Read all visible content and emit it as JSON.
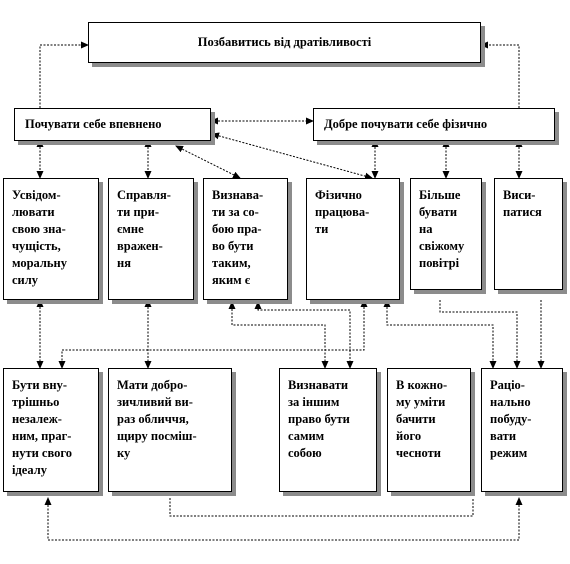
{
  "diagram": {
    "goal": "Позбавитись від дратівливості",
    "level1": {
      "left": "Почувати себе впевнено",
      "right": "Добре почувати себе фізично"
    },
    "level2": [
      "Усвідом-\nлювати\nсвою зна-\nчущість,\nморальну\nсилу",
      "Справля-\nти при-\nємне\nвражен-\nня",
      "Визнава-\nти за со-\nбою пра-\nво бути\nтаким,\nяким є",
      "Фізично\nпрацюва-\nти",
      "Більше\nбувати\nна\nсвіжому\nповітрі",
      "Виси-\nпатися"
    ],
    "level3": [
      "Бути вну-\nтрішньо\nнезалеж-\nним, праг-\nнути свого\nідеалу",
      "Мати добро-\nзичливий ви-\nраз обличчя,\nщиру посміш-\nку",
      "Визнавати\nза іншим\nправо бути\nсамим\nсобою",
      "В кожно-\nму умiти\nбачити\nйого\nчесноти",
      "Раціо-\nнально\nпобуду-\nвати\nрежим"
    ]
  }
}
